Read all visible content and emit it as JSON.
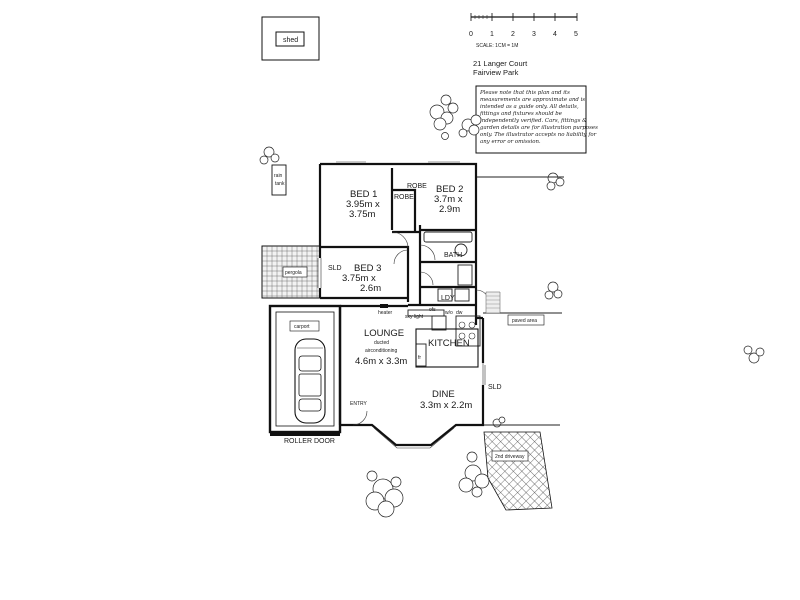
{
  "scale_bar": {
    "ticks": [
      "0",
      "1",
      "2",
      "3",
      "4",
      "5"
    ],
    "caption": "SCALE: 1CM = 1M"
  },
  "address": {
    "line1": "21 Langer Court",
    "line2": "Fairview Park"
  },
  "disclaimer": {
    "lines": [
      "Please note that this plan and its",
      "measurements are approximate and is",
      "intended as a guide only. All details,",
      "fittings and fixtures should be",
      "independently verified. Cars, fittings &",
      "garden details are for illustration purposes",
      "only. The illustrator accepts no liability for",
      "any error or omission."
    ]
  },
  "labels": {
    "shed": "shed",
    "rain_tank": [
      "rain",
      "tank"
    ],
    "pergola": "pergola",
    "carport": "carport",
    "roller_door": "ROLLER DOOR",
    "bed1": [
      "BED 1",
      "3.95m x",
      "3.75m"
    ],
    "robe1": "ROBE",
    "robe2": "ROBE",
    "bed2": [
      "BED 2",
      "3.7m x",
      "2.9m"
    ],
    "bath": "BATH",
    "ldy": "LDY",
    "sld_bed3": "SLD",
    "bed3": [
      "BED 3",
      "3.75m  x",
      "2.6m"
    ],
    "heater": "heater",
    "ofs": "ofs",
    "sky_light": "sky light",
    "wo": "w/o",
    "dw": "dw",
    "lounge": [
      "LOUNGE",
      "ducted",
      "airconditioning",
      "4.6m x 3.3m"
    ],
    "kitchen": "KITCHEN",
    "fr": "fr",
    "dine": [
      "DINE",
      "3.3m x 2.2m"
    ],
    "sld_dine": "SLD",
    "entry": "ENTRY",
    "paved_area": "paved area",
    "driveway_2nd": "2nd driveway"
  }
}
